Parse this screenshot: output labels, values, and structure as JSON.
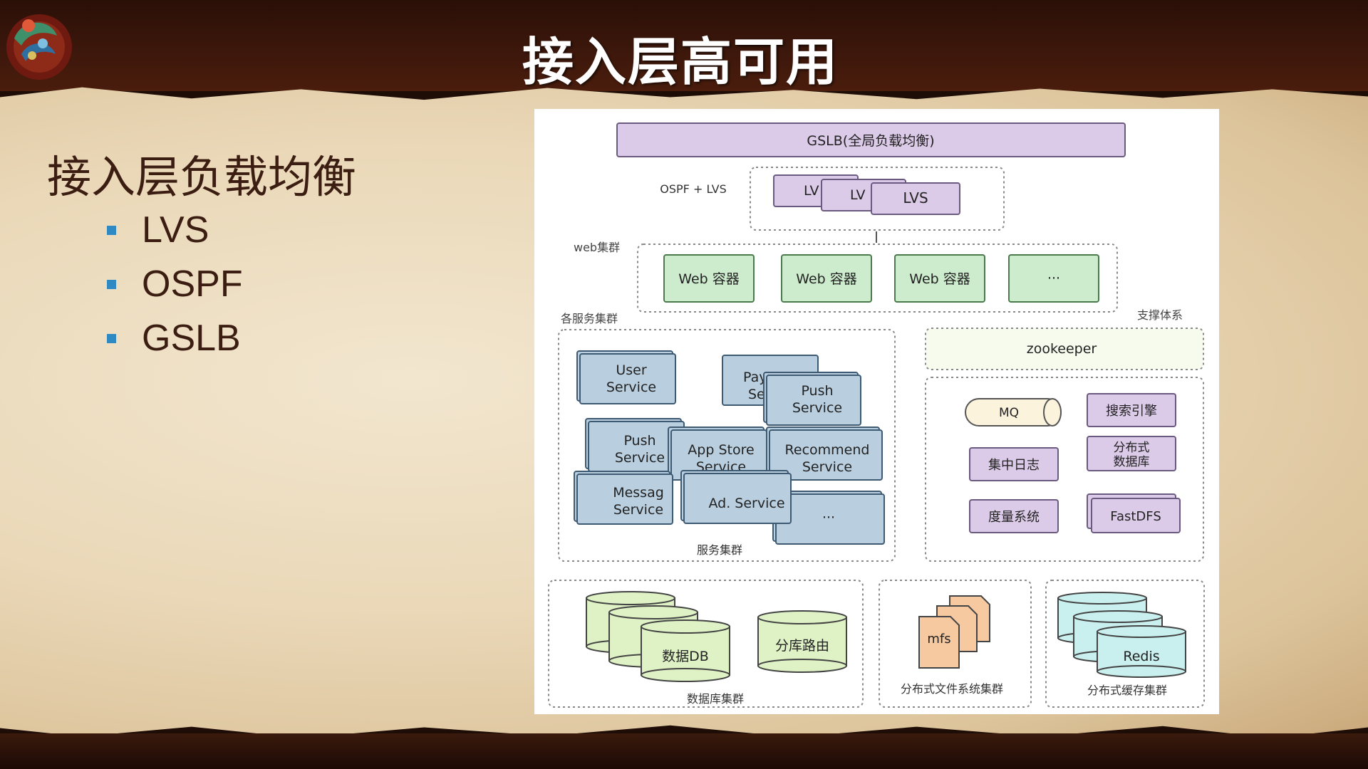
{
  "slide": {
    "title": "接入层高可用",
    "heading": "接入层负载均衡",
    "bullets": [
      "LVS",
      "OSPF",
      "GSLB"
    ]
  },
  "diagram": {
    "gslb": "GSLB(全局负载均衡)",
    "ospf_label": "OSPF + LVS",
    "lvs": [
      "LV",
      "LV",
      "LVS"
    ],
    "web_cluster_label": "web集群",
    "web": [
      "Web 容器",
      "Web 容器",
      "Web 容器",
      "···"
    ],
    "services_label": "各服务集群",
    "support_label": "支撑体系",
    "services": {
      "user": [
        "User",
        "Service"
      ],
      "pay": [
        "Pay",
        "Se"
      ],
      "push_top": [
        "Push",
        "Service"
      ],
      "push_left": [
        "Push",
        "Service"
      ],
      "appstore": [
        "App Store",
        "Service"
      ],
      "recommend": [
        "Recommend",
        "Service"
      ],
      "message": [
        "Messag",
        "Service"
      ],
      "ad": "Ad. Service",
      "more": "···"
    },
    "service_cluster_caption": "服务集群",
    "zookeeper": "zookeeper",
    "support": {
      "mq": "MQ",
      "search": "搜索引擎",
      "distributed_db": [
        "分布式",
        "数据库"
      ],
      "log": "集中日志",
      "metrics": "度量系统",
      "fastdfs": "FastDFS"
    },
    "db": {
      "data": "数据DB",
      "router": "分库路由",
      "caption": "数据库集群"
    },
    "fs": {
      "mfs": "mfs",
      "caption": "分布式文件系统集群"
    },
    "cache": {
      "redis": "Redis",
      "caption": "分布式缓存集群"
    }
  },
  "colors": {
    "purple": "#dccbe8",
    "green": "#cdeccd",
    "blue": "#b9cfe0",
    "db_green": "#dff2c5",
    "cyan": "#c9f0ee",
    "orange": "#f7c9a0",
    "bullet": "#2f8ac4",
    "text_brown": "#3b1d12"
  }
}
